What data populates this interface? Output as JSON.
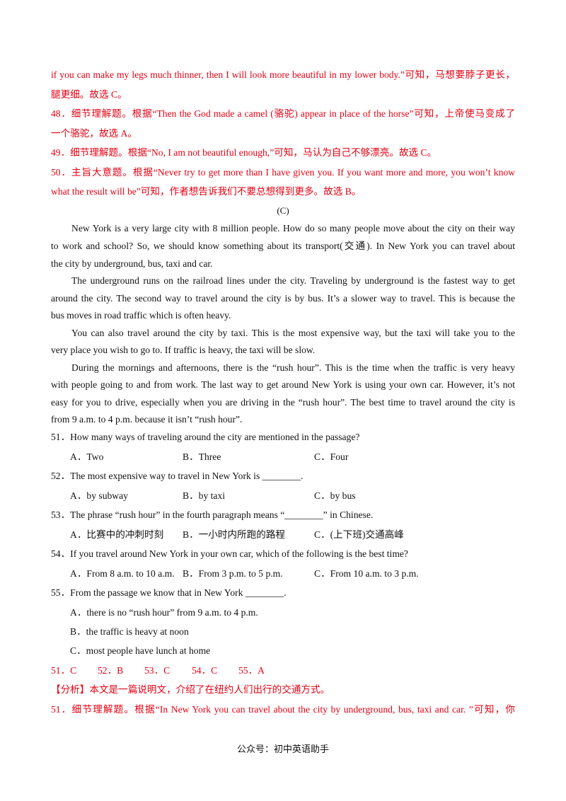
{
  "analysis_top": {
    "l1": "if you can make my legs much thinner, then I will look more beautiful in my lower body.”可知，马想要脖子更长，",
    "l2": "腿更细。故选 C。",
    "q48a": "48．细节理解题。根据“Then the God made a camel (骆驼) appear in place of the horse”可知，上帝使马变成了",
    "q48b": "一个骆驼，故选 A。",
    "q49": "49．细节理解题。根据“No, I am not beautiful enough,”可知，马认为自己不够漂亮。故选 C。",
    "q50a": "50．主旨大意题。根据“Never try to get more than I have given you. If you want more and more, you won’t know",
    "q50b": "what the result will be”可知，作者想告诉我们不要总想得到更多。故选 B。"
  },
  "section_label": "(C)",
  "passage": {
    "p1a": "New York is a very large city with 8 million people. How do so many people move about the city on their way",
    "p1b": "to work and school? So, we should know something about its transport(交通). In New York you can travel about",
    "p1c": "the city by underground, bus, taxi and car.",
    "p2a": "The underground runs on the railroad lines under the city. Traveling by underground is the fastest way to get",
    "p2b": "around the city. The second way to travel around the city is by bus. It’s a slower way to travel. This is because the",
    "p2c": "bus moves in road traffic which is often heavy.",
    "p3a": "You can also travel around the city by taxi. This is the most expensive way, but the taxi will take you to the",
    "p3b": "very place you wish to go to. If traffic is heavy, the taxi will be slow.",
    "p4a": "During the mornings and afternoons, there is the “rush hour”. This is the time when the traffic is very heavy",
    "p4b": "with people going to and from work. The last way to get around New York is using your own car. However, it’s not",
    "p4c": "easy for you to drive, especially when you are driving in the “rush hour”. The best time to travel around the city is",
    "p4d": "from 9 a.m. to 4 p.m. because it isn’t “rush hour”."
  },
  "questions": {
    "q51": "51．How many ways of traveling around the city are mentioned in the passage?",
    "q51_a": "A．Two",
    "q51_b": "B．Three",
    "q51_c": "C．Four",
    "q52": "52．The most expensive way to travel in New York is ________.",
    "q52_a": "A．by subway",
    "q52_b": "B．by taxi",
    "q52_c": "C．by bus",
    "q53": "53．The phrase “rush hour” in the fourth paragraph means “________” in Chinese.",
    "q53_a": "A．比赛中的冲刺时刻",
    "q53_b": "B．一小时内所跑的路程",
    "q53_c": "C．(上下班)交通高峰",
    "q54": "54．If you travel around New York in your own car, which of the following is the best time?",
    "q54_a": "A．From 8 a.m. to 10 a.m.",
    "q54_b": "B．From 3 p.m. to 5 p.m.",
    "q54_c": "C．From 10 a.m. to 3 p.m.",
    "q55": "55．From the passage we know that in New York ________.",
    "q55_a": "A．there is no “rush hour” from 9 a.m. to 4 p.m.",
    "q55_b": "B．the traffic is heavy at noon",
    "q55_c": "C．most people have lunch at home"
  },
  "answers": {
    "a51": "51．C",
    "a52": "52．B",
    "a53": "53．C",
    "a54": "54．C",
    "a55": "55．A",
    "analysis": "【分析】本文是一篇说明文，介绍了在纽约人们出行的交通方式。",
    "detail51": "51．细节理解题。根据“In New York you can travel about the city by underground, bus, taxi and car. ”可知，你"
  },
  "footer": "公众号：初中英语助手",
  "colors": {
    "answer_red": "#e60012",
    "text": "#111111"
  }
}
